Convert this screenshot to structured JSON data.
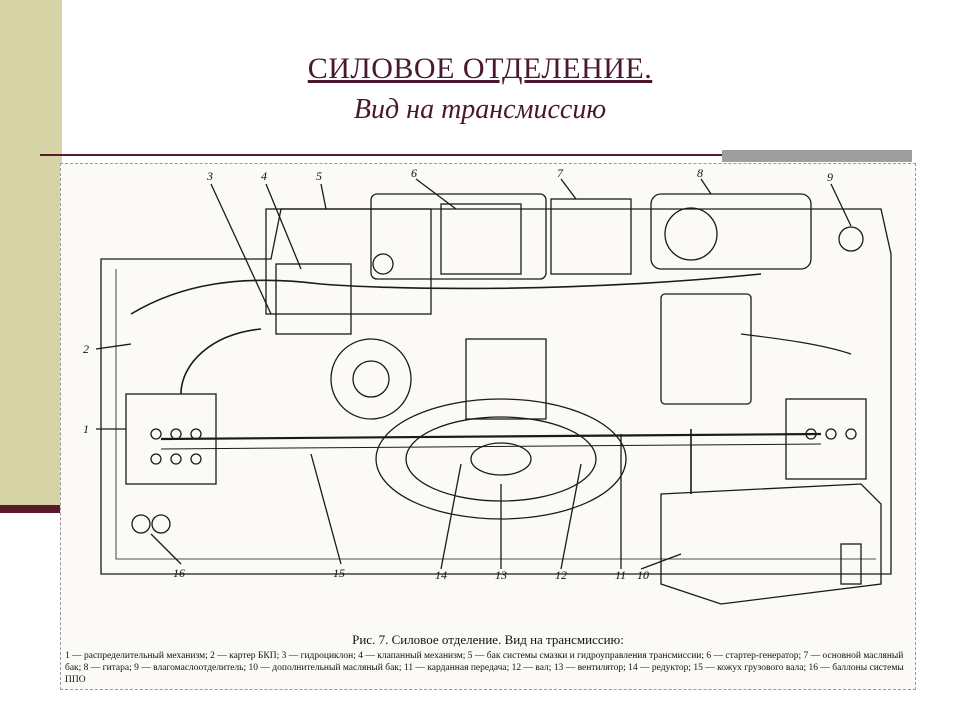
{
  "slide": {
    "title": "СИЛОВОЕ ОТДЕЛЕНИЕ.",
    "subtitle": "Вид на трансмиссию"
  },
  "figure": {
    "callouts": [
      "1",
      "2",
      "3",
      "4",
      "5",
      "6",
      "7",
      "8",
      "9",
      "10",
      "11",
      "12",
      "13",
      "14",
      "15",
      "16"
    ],
    "caption_title": "Рис. 7. Силовое отделение. Вид на трансмиссию:",
    "caption_text": "1 — распределительный механизм; 2 — картер БКП; 3 — гидроциклон; 4 — клапанный механизм; 5 — бак системы смазки и гидроуправления трансмиссии; 6 — стартер-генератор; 7 — основной масляный бак; 8 — гитара; 9 — влагомаслоотделитель; 10 — дополнительный масляный бак; 11 — карданная передача; 12 — вал; 13 — вентилятор; 14 — редуктор; 15 — кожух грузового вала; 16 — баллоны системы ППО"
  },
  "colors": {
    "side_bar": "#d6d3a7",
    "accent": "#5a1a2a",
    "title": "#4a1630"
  }
}
